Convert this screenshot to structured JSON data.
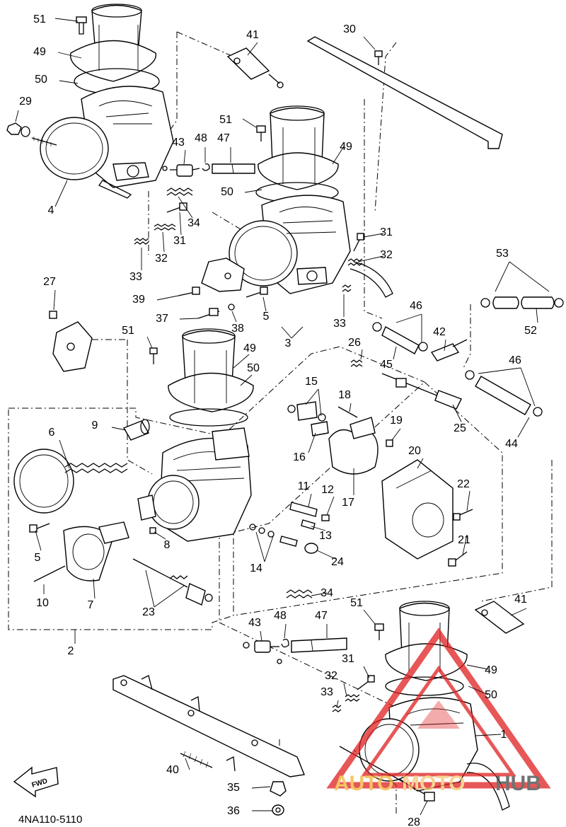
{
  "diagram": {
    "drawing_code": "4NA110-5110",
    "fwd_label": "FWD",
    "watermark": {
      "text_left": "AUTO",
      "text_mid": "MOTO",
      "text_right": "HUB",
      "color_triangle": "#e02020",
      "color_left": "#f2b233",
      "color_mid": "#f2c870",
      "color_right": "#444444"
    },
    "callouts": [
      "51",
      "49",
      "50",
      "29",
      "4",
      "41",
      "30",
      "51",
      "43",
      "48",
      "47",
      "49",
      "50",
      "34",
      "31",
      "32",
      "33",
      "39",
      "37",
      "38",
      "5",
      "3",
      "31",
      "32",
      "33",
      "53",
      "46",
      "42",
      "52",
      "27",
      "26",
      "45",
      "46",
      "51",
      "49",
      "50",
      "15",
      "18",
      "19",
      "25",
      "44",
      "9",
      "6",
      "16",
      "17",
      "20",
      "11",
      "12",
      "22",
      "5",
      "8",
      "13",
      "14",
      "24",
      "21",
      "10",
      "7",
      "23",
      "34",
      "2",
      "51",
      "41",
      "43",
      "48",
      "47",
      "31",
      "49",
      "32",
      "33",
      "50",
      "1",
      "40",
      "35",
      "36",
      "28"
    ]
  }
}
